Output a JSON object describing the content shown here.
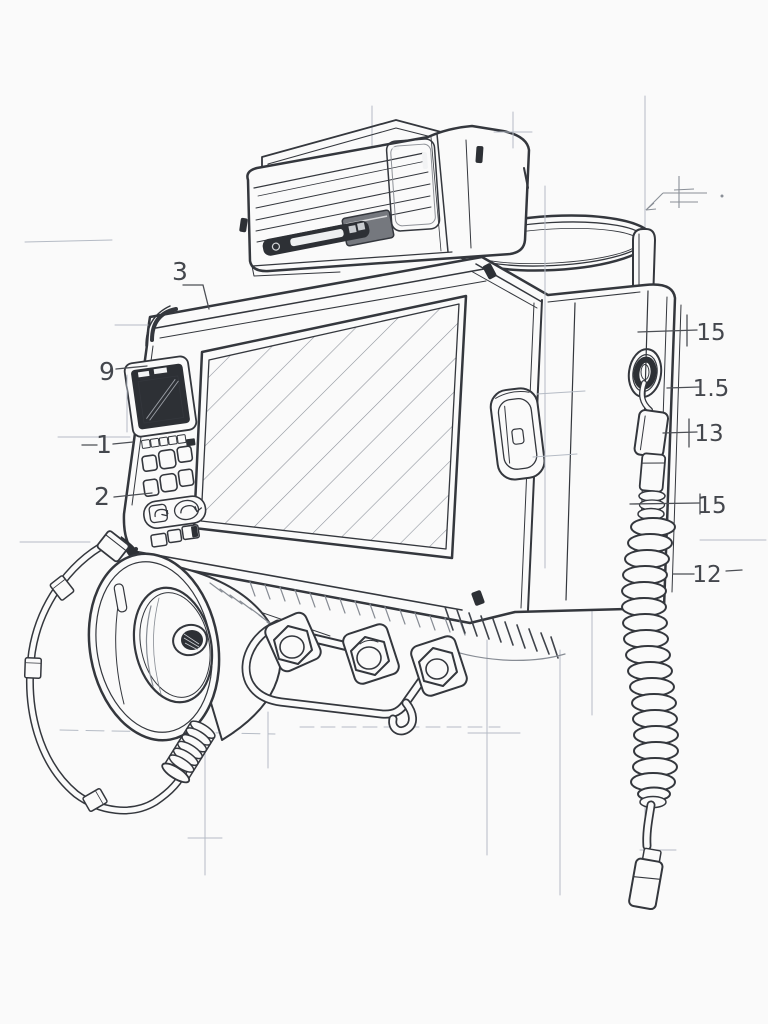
{
  "callouts": {
    "left": [
      "3",
      "9",
      "1",
      "2"
    ],
    "right": [
      "15",
      "1.5",
      "13",
      "15",
      "12"
    ]
  },
  "colors": {
    "paper": "#fafafa",
    "ink": "#34373d",
    "construction": "#b5bbc5",
    "shading": "#878c94",
    "dark": "#2d3035",
    "mid": "#75787e"
  }
}
